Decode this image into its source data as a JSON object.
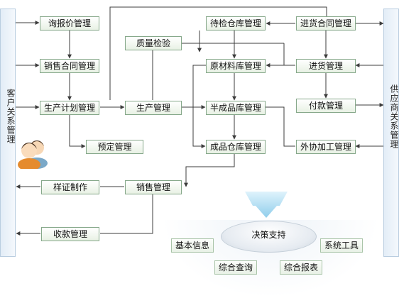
{
  "sidebars": {
    "customer": "客户关系管理",
    "supplier": "供应商关系管理"
  },
  "nodes": {
    "inquiry": "询报价管理",
    "sales_contract": "销售合同管理",
    "production_plan": "生产计划管理",
    "reservation": "预定管理",
    "quality_check": "质量检验",
    "production_mgmt": "生产管理",
    "pending_warehouse": "待检仓库管理",
    "raw_material_warehouse": "原材料库管理",
    "semi_finished_warehouse": "半成品库管理",
    "finished_warehouse": "成品仓库管理",
    "purchase_contract": "进货合同管理",
    "purchase_mgmt": "进货管理",
    "payment_mgmt": "付款管理",
    "outsourcing_mgmt": "外协加工管理",
    "sample_making": "样证制作",
    "sales_mgmt": "销售管理",
    "receivables_mgmt": "收款管理"
  },
  "tools": {
    "decision_support": "决策支持",
    "basic_info": "基本信息",
    "system_tools": "系统工具",
    "composite_query": "综合查询",
    "composite_report": "综合报表"
  },
  "colors": {
    "line": "#3c3c3c",
    "box_border": "#86a88a",
    "box_fill_bottom": "#e8f1e4",
    "sidebar_fill": "#e3edf7",
    "funnel": "#9fd4ee"
  }
}
